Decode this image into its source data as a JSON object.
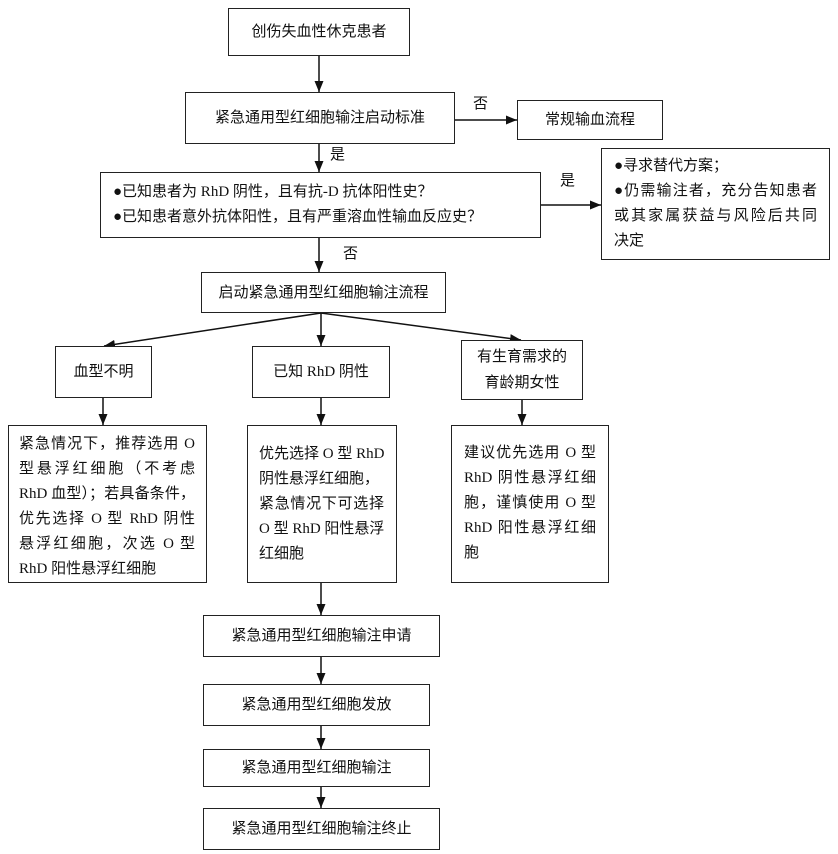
{
  "nodes": {
    "start": "创伤失血性休克患者",
    "criteria": "紧急通用型红细胞输注启动标准",
    "routine": "常规输血流程",
    "check": [
      "●已知患者为 RhD 阴性，且有抗-D 抗体阳性史？",
      "●已知患者意外抗体阳性，且有严重溶血性输血反应史？"
    ],
    "alternative": [
      "●寻求替代方案；",
      "●仍需输注者，充分告知患者",
      "或其家属获益与风险后共同",
      "决定"
    ],
    "launch": "启动紧急通用型红细胞输注流程",
    "unknown_type": "血型不明",
    "rhd_negative": "已知 RhD 阴性",
    "female": [
      "有生育需求的",
      "育龄期女性"
    ],
    "unknown_advice": [
      "紧急情况下，推荐选用 O",
      "型悬浮红细胞（不考虑",
      "RhD 血型）；若具备条件，",
      "优先选择 O 型 RhD 阴性",
      "悬浮红细胞，次选 O 型",
      "RhD 阳性悬浮红细胞"
    ],
    "rhd_negative_advice": [
      "优先选择 O 型 RhD",
      "阴性悬浮红细胞，",
      "紧急情况下可选择",
      "O 型 RhD 阳性悬浮",
      "红细胞"
    ],
    "female_advice": [
      "建议优先选用 O 型",
      "RhD 阴性悬浮红细",
      "胞，谨慎使用 O 型",
      "RhD 阳性悬浮红细",
      "胞"
    ],
    "apply": "紧急通用型红细胞输注申请",
    "dispense": "紧急通用型红细胞发放",
    "transfuse": "紧急通用型红细胞输注",
    "terminate": "紧急通用型红细胞输注终止"
  },
  "edge_labels": {
    "criteria_no": "否",
    "criteria_yes": "是",
    "check_yes": "是",
    "check_no": "否"
  }
}
